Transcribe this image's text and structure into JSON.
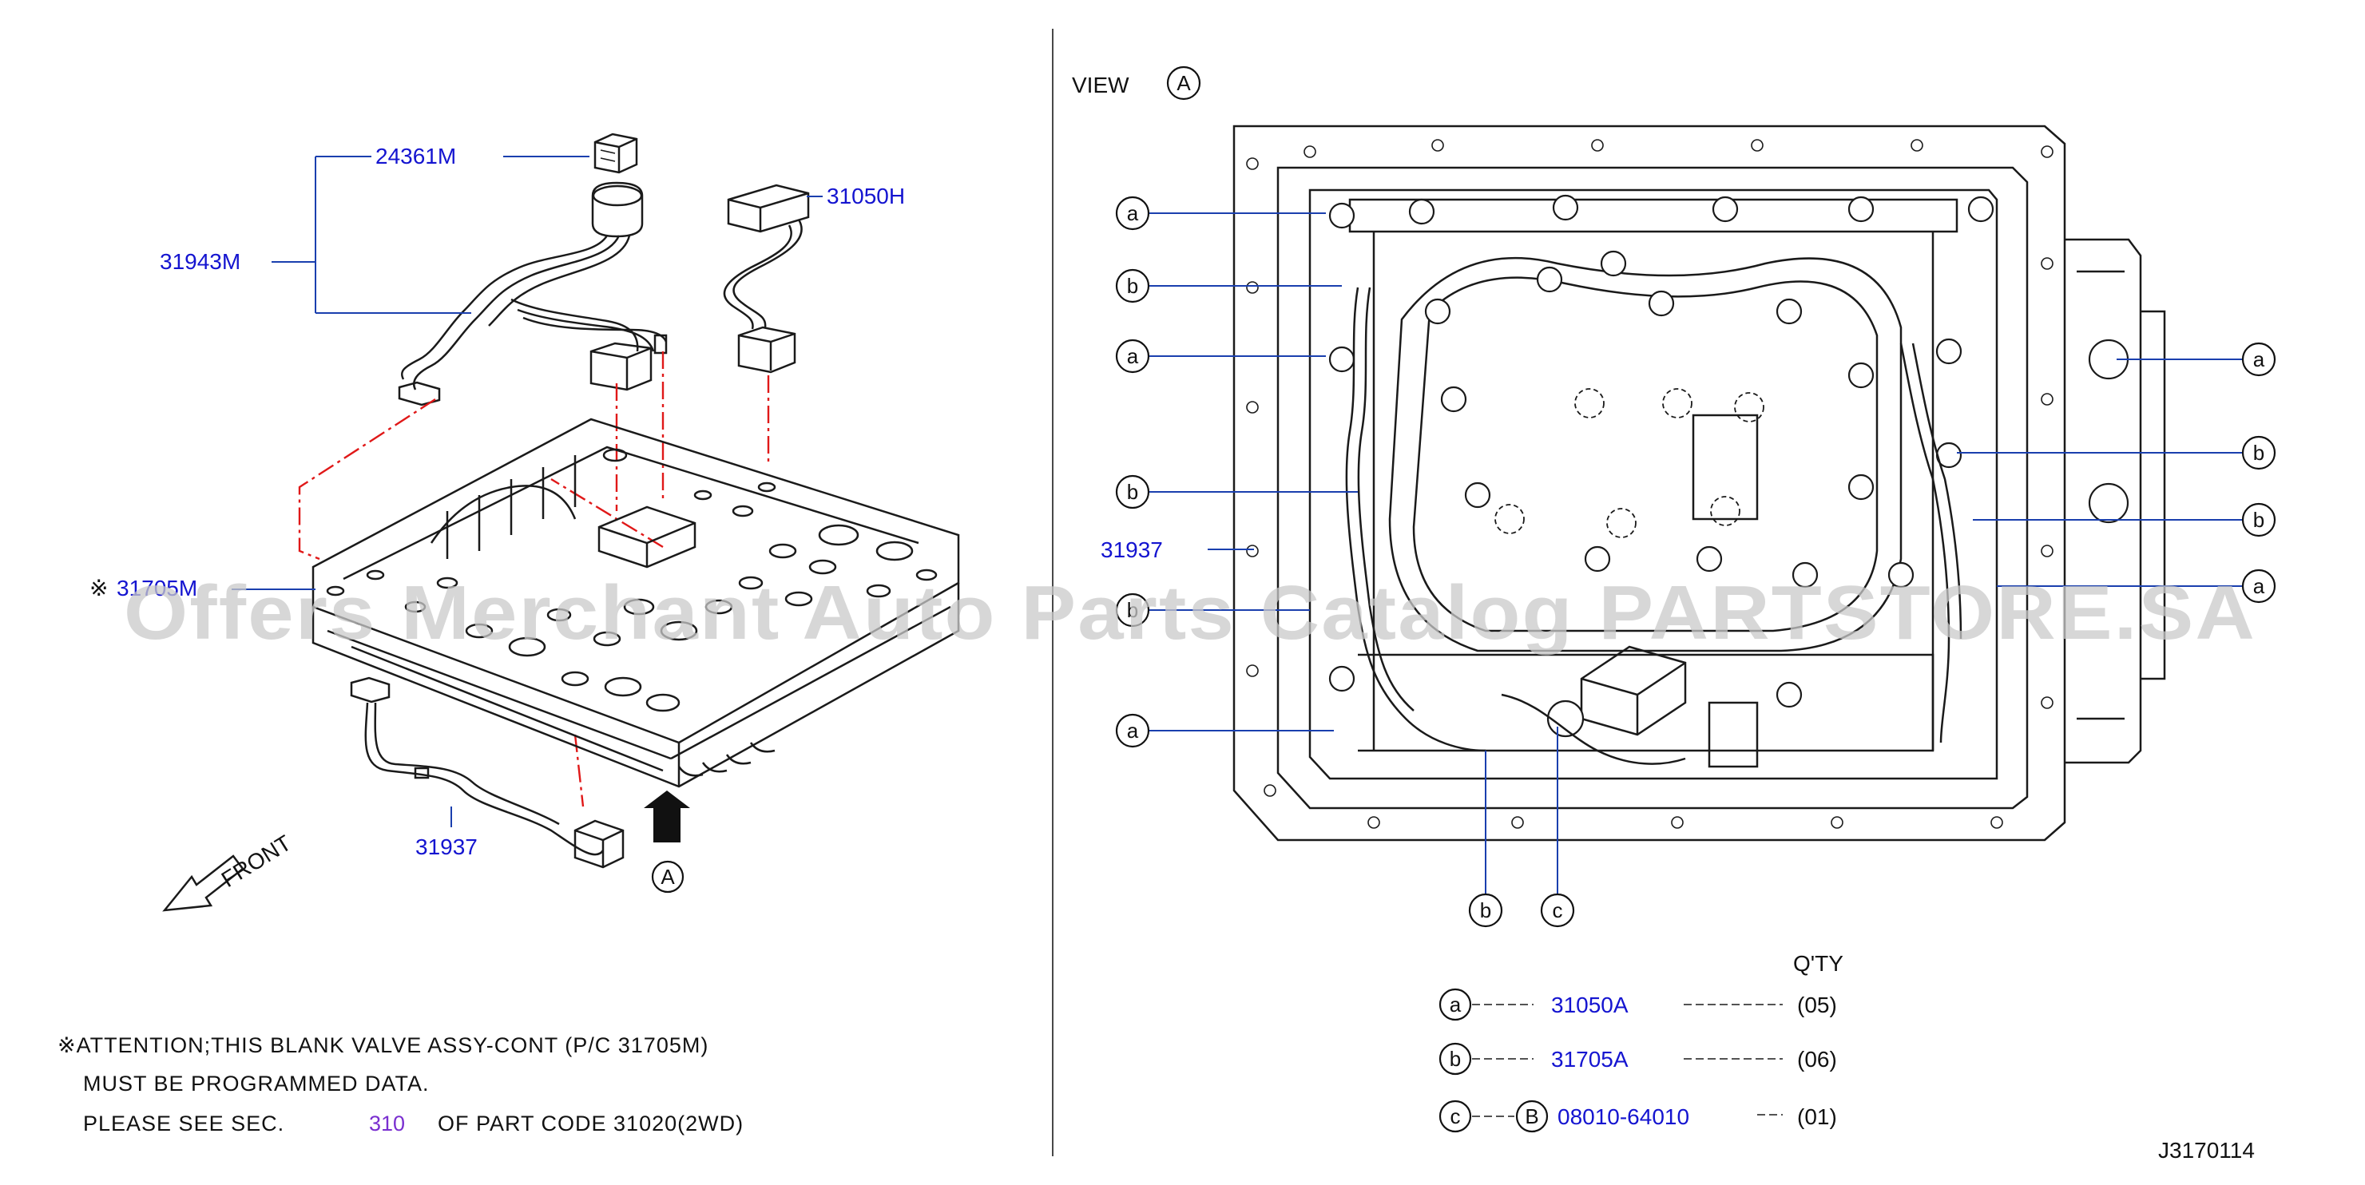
{
  "left_panel": {
    "labels": {
      "p24361m": "24361M",
      "p31943m": "31943M",
      "p31050h": "31050H",
      "p31705m_mark": "※",
      "p31705m": "31705M",
      "p31937": "31937",
      "front": "FRONT",
      "view_ref": "A"
    },
    "note": {
      "line1": "※ATTENTION;THIS BLANK VALVE ASSY-CONT (P/C 31705M)",
      "line2": "MUST BE PROGRAMMED DATA.",
      "line3_a": "PLEASE SEE SEC.",
      "line3_sec": "310",
      "line3_b": "OF PART CODE 31020(2WD)"
    }
  },
  "right_panel": {
    "view_label": "VIEW",
    "view_ref": "A",
    "p31937": "31937",
    "callout_a": "a",
    "callout_b": "b",
    "callout_c": "c",
    "qty_table": {
      "header": "Q'TY",
      "rows": [
        {
          "key": "a",
          "part": "31050A",
          "qty": "(05)"
        },
        {
          "key": "b",
          "part": "31705A",
          "qty": "(06)"
        },
        {
          "key": "c",
          "ref": "B",
          "part": "08010-64010",
          "qty": "(01)"
        }
      ]
    }
  },
  "diagram_code": "J3170114",
  "watermark": "Offers Merchant Auto Parts Catalog PARTSTORE.SA",
  "colors": {
    "part_number": "#1414d0",
    "section_link": "#7a2fd0",
    "hidden_line": "#e01818",
    "watermark": "#c9c9c9"
  }
}
